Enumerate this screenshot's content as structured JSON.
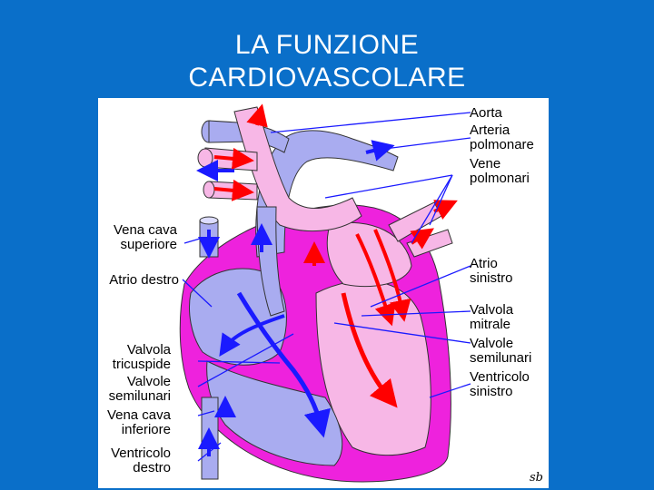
{
  "title": {
    "line1": "LA FUNZIONE",
    "line2": "CARDIOVASCOLARE"
  },
  "labels": {
    "aorta": "Aorta",
    "arteria_polmonare": [
      "Arteria",
      "polmonare"
    ],
    "vene_polmonari": [
      "Vene",
      "polmonari"
    ],
    "vena_cava_superiore": [
      "Vena cava",
      "superiore"
    ],
    "atrio_destro": "Atrio destro",
    "atrio_sinistro": [
      "Atrio",
      "sinistro"
    ],
    "valvola_mitrale": [
      "Valvola",
      "mitrale"
    ],
    "valvole_semilunari_right": [
      "Valvole",
      "semilunari"
    ],
    "valvola_tricuspide": [
      "Valvola",
      "tricuspide"
    ],
    "valvole_semilunari_left": [
      "Valvole",
      "semilunari"
    ],
    "vena_cava_inferiore": [
      "Vena cava",
      "inferiore"
    ],
    "ventricolo_sinistro": [
      "Ventricolo",
      "sinistro"
    ],
    "ventricolo_destro": [
      "Ventricolo",
      "destro"
    ]
  },
  "signature": "sb",
  "colors": {
    "background": "#0a6fc9",
    "oxygenated": "#ff0000",
    "deoxygenated": "#1a1aff",
    "heart_wall": "#ee22dd",
    "right_chambers": "#a9acf0",
    "left_chambers": "#f7b7e6"
  }
}
